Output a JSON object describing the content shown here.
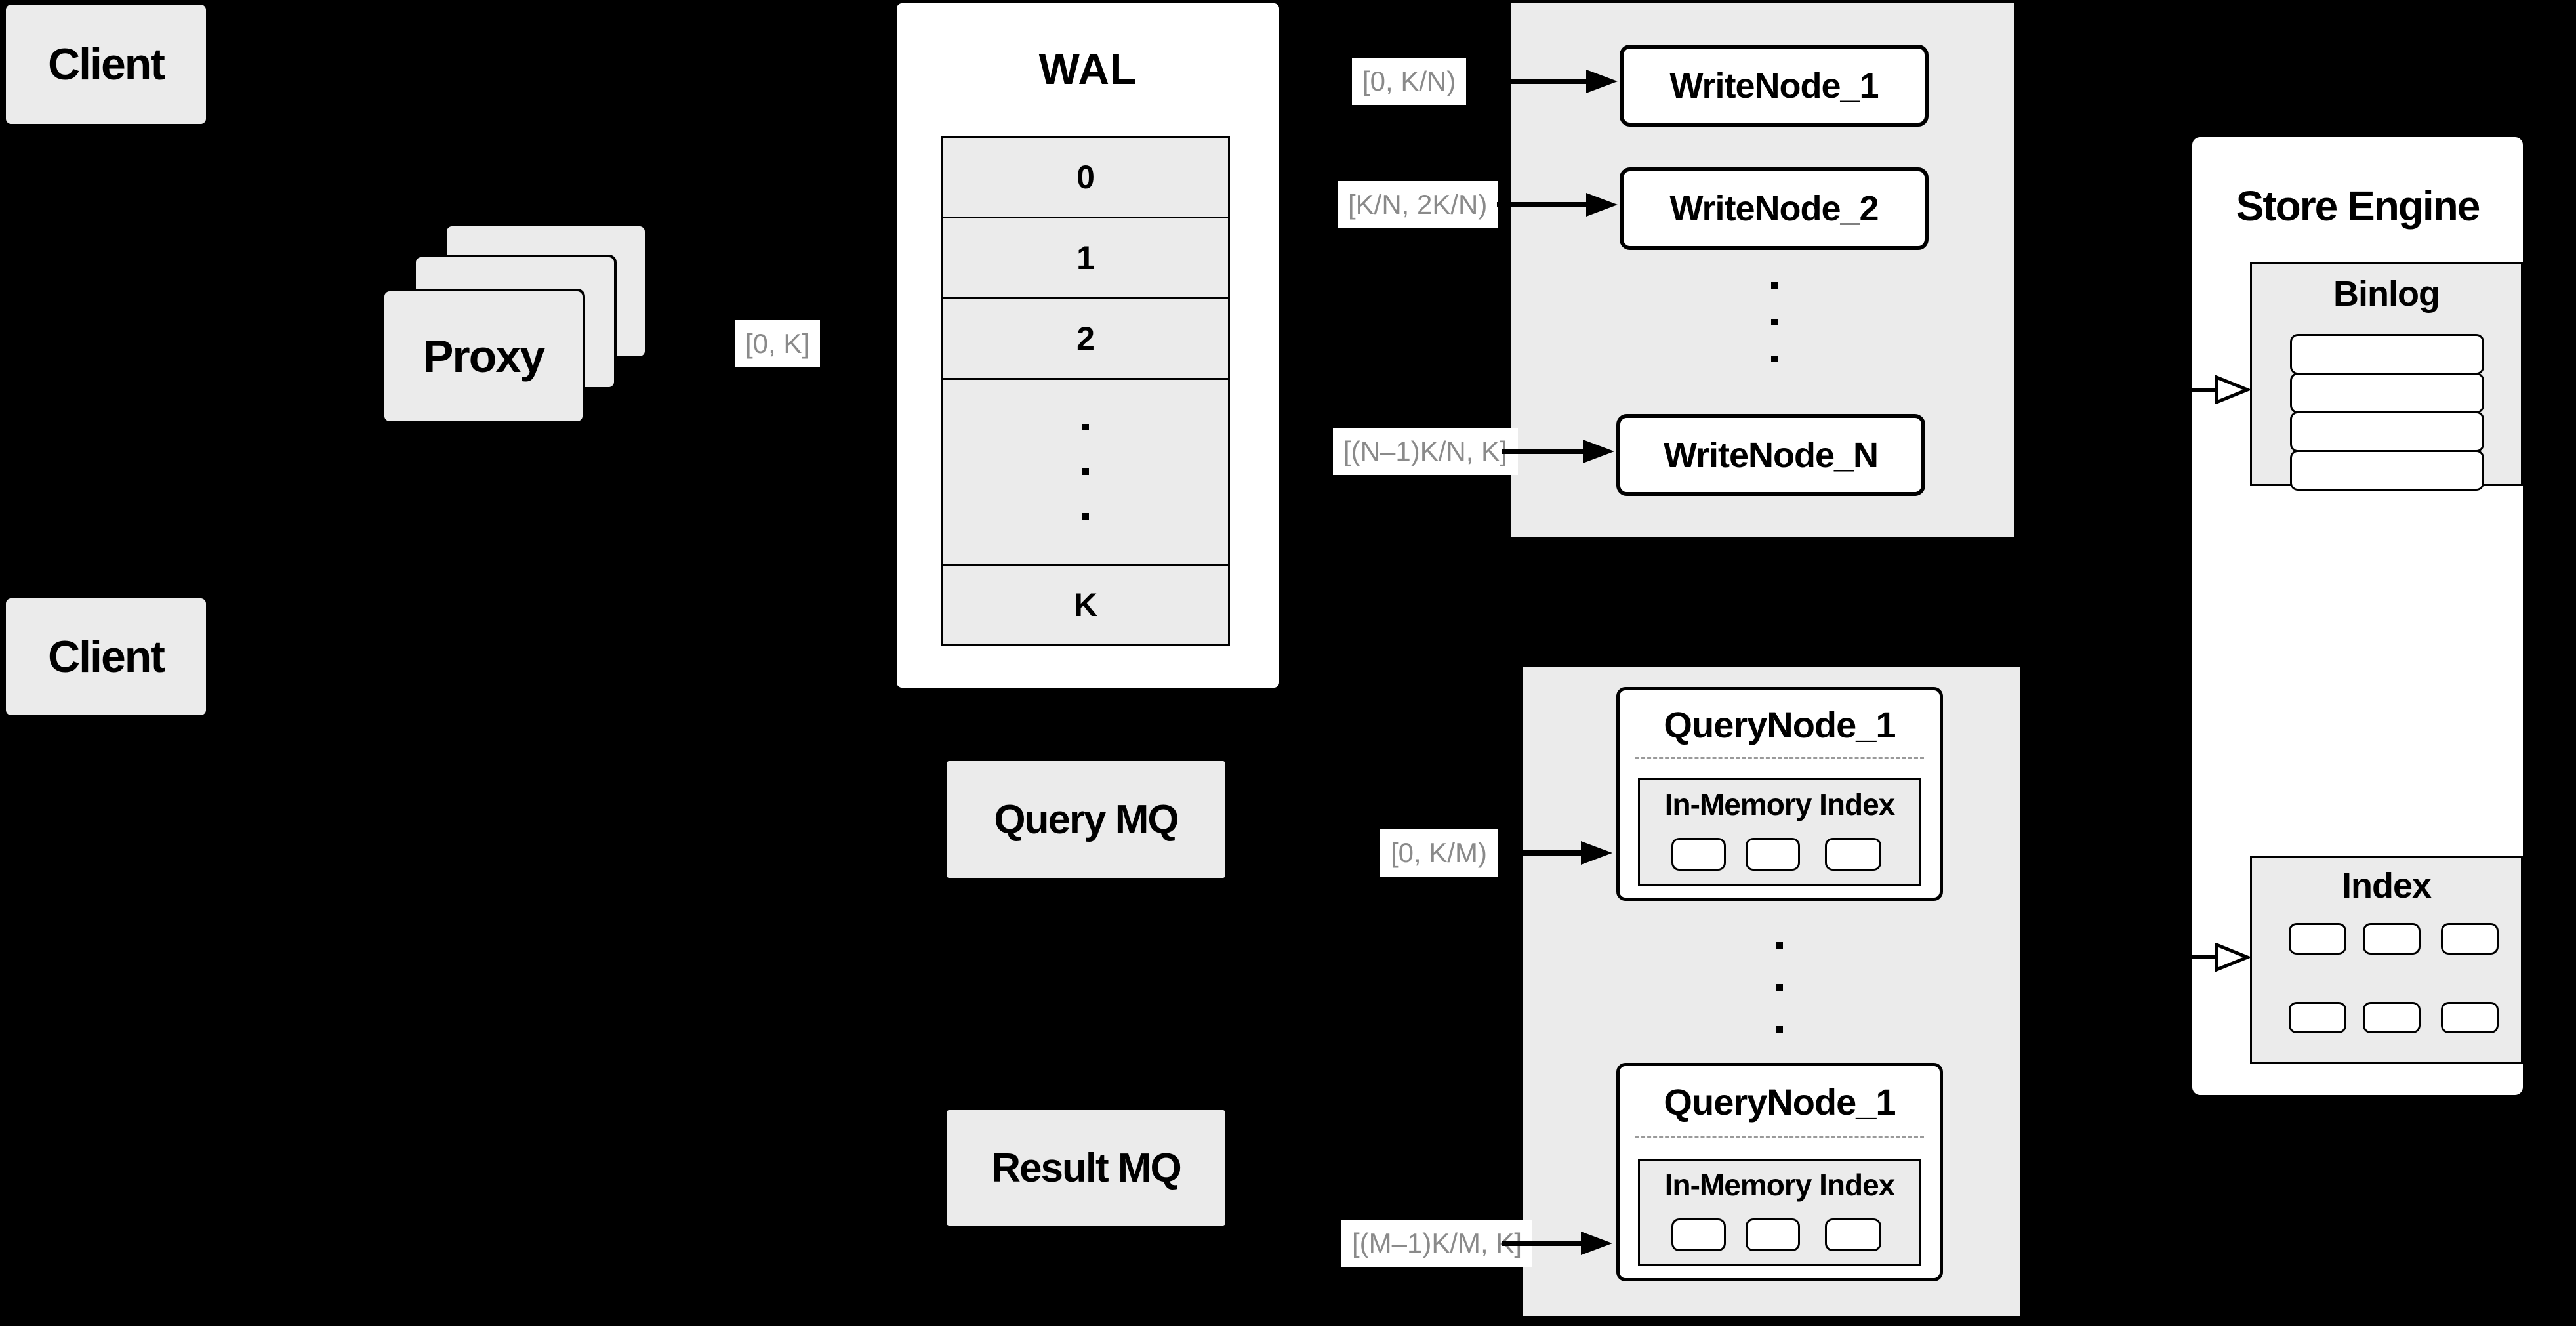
{
  "clients": {
    "top": "Client",
    "bottom": "Client"
  },
  "proxy": {
    "label": "Proxy"
  },
  "labels": {
    "proxy_out": "[0, K]",
    "write1": "[0, K/N)",
    "write2": "[K/N, 2K/N)",
    "writeN": "[(N–1)K/N, K]",
    "query1": "[0, K/M)",
    "queryM": "[(M–1)K/M, K]"
  },
  "wal": {
    "title": "WAL",
    "rows": [
      "0",
      "1",
      "2",
      "K"
    ]
  },
  "write_nodes": {
    "node1": "WriteNode_1",
    "node2": "WriteNode_2",
    "nodeN": "WriteNode_N"
  },
  "store_engine": {
    "title": "Store Engine",
    "binlog_title": "Binlog",
    "index_title": "Index"
  },
  "mq": {
    "query": "Query MQ",
    "result": "Result MQ"
  },
  "query_nodes": {
    "top": {
      "title": "QueryNode_1",
      "inmem_title": "In-Memory Index"
    },
    "bottom": {
      "title": "QueryNode_1",
      "inmem_title": "In-Memory Index"
    }
  },
  "colors": {
    "background": "#000000",
    "light_box": "#ebebeb",
    "white_box": "#ffffff",
    "border": "#000000",
    "range_label_text": "#8a8a8a"
  }
}
